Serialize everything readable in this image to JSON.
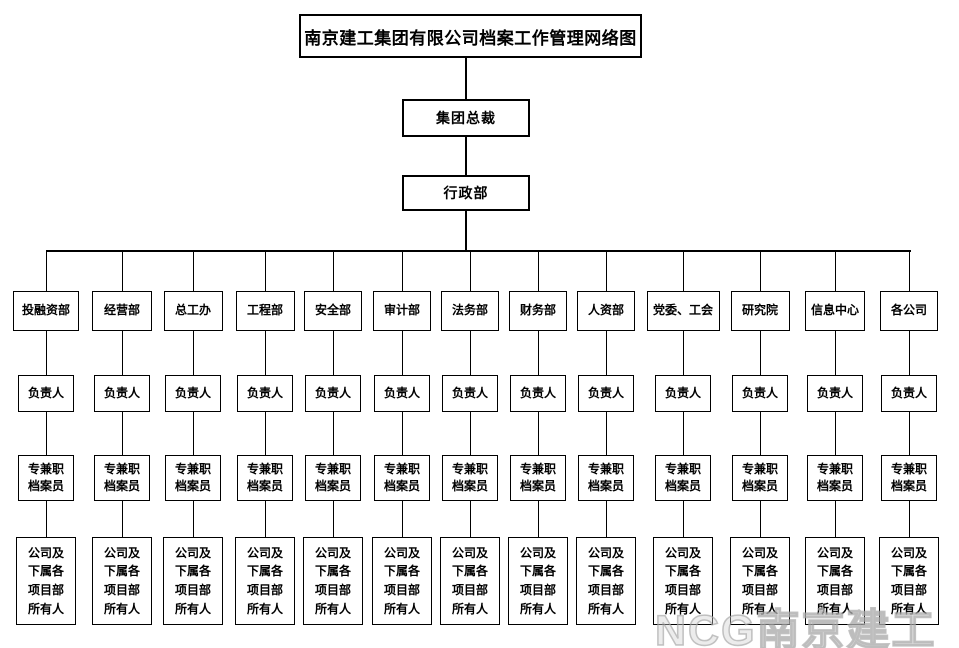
{
  "title": "南京建工集团有限公司档案工作管理网络图",
  "hierarchy": {
    "president": "集团总裁",
    "admin": "行政部"
  },
  "departments": [
    "投融资部",
    "经营部",
    "总工办",
    "工程部",
    "安全部",
    "审计部",
    "法务部",
    "财务部",
    "人资部",
    "党委、工会",
    "研究院",
    "信息中心",
    "各公司"
  ],
  "labels": {
    "leader": "负责人",
    "archivist": "专兼职\n档案员",
    "staff": "公司及\n下属各\n项目部\n所有人"
  },
  "watermark": "NCG南京建工"
}
